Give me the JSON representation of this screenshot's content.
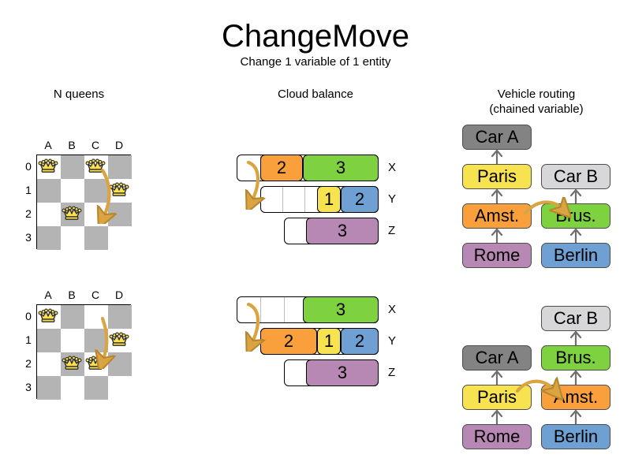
{
  "header": {
    "title": "ChangeMove",
    "subtitle": "Change 1 variable of 1 entity"
  },
  "sections": {
    "queens": {
      "heading": "N queens"
    },
    "cloud": {
      "heading": "Cloud balance"
    },
    "routing": {
      "heading_line1": "Vehicle routing",
      "heading_line2": "(chained variable)"
    }
  },
  "colors": {
    "orange": "#f9a03c",
    "green": "#7ed13f",
    "yellow": "#f7e24f",
    "blue": "#6fa0d4",
    "purple": "#b888b5",
    "grey_dark": "#838383",
    "grey_light": "#d7d7d9",
    "board_dark": "#b4b4b4",
    "board_light": "#ffffff",
    "arrow_tan": "#d9a441",
    "arrow_grey": "#6e6e6e",
    "queen_gold": "#fbe14f"
  },
  "nqueens": {
    "columns": [
      "A",
      "B",
      "C",
      "D"
    ],
    "rows": [
      "0",
      "1",
      "2",
      "3"
    ],
    "before": {
      "queens": [
        {
          "col": 0,
          "row": 0
        },
        {
          "col": 2,
          "row": 0
        },
        {
          "col": 3,
          "row": 1
        },
        {
          "col": 1,
          "row": 2
        }
      ],
      "move": {
        "from_col": 2,
        "from_row": 0,
        "to_col": 2,
        "to_row": 2
      }
    },
    "after": {
      "queens": [
        {
          "col": 0,
          "row": 0
        },
        {
          "col": 3,
          "row": 1
        },
        {
          "col": 1,
          "row": 2
        },
        {
          "col": 2,
          "row": 2
        }
      ],
      "move": {
        "from_col": 2,
        "from_row": 0,
        "to_col": 2,
        "to_row": 2
      }
    }
  },
  "cloudbalance": {
    "before": {
      "rows": [
        {
          "label": "X",
          "offset": 0,
          "width": 180,
          "dividers": [
            30
          ],
          "segments": [
            {
              "value": "2",
              "color": "#f9a03c",
              "start": 30,
              "width": 54
            },
            {
              "value": "3",
              "color": "#7ed13f",
              "start": 84,
              "width": 96
            }
          ]
        },
        {
          "label": "Y",
          "offset": 30,
          "width": 150,
          "dividers": [
            28,
            56
          ],
          "segments": [
            {
              "value": "1",
              "color": "#f7e24f",
              "start": 72,
              "width": 30
            },
            {
              "value": "2",
              "color": "#6fa0d4",
              "start": 102,
              "width": 48
            }
          ]
        },
        {
          "label": "Z",
          "offset": 60,
          "width": 120,
          "dividers": [],
          "segments": [
            {
              "value": "3",
              "color": "#b888b5",
              "start": 28,
              "width": 92
            }
          ]
        }
      ]
    },
    "after": {
      "rows": [
        {
          "label": "X",
          "offset": 0,
          "width": 180,
          "dividers": [
            30,
            60
          ],
          "segments": [
            {
              "value": "3",
              "color": "#7ed13f",
              "start": 84,
              "width": 96
            }
          ]
        },
        {
          "label": "Y",
          "offset": 30,
          "width": 150,
          "dividers": [],
          "segments": [
            {
              "value": "2",
              "color": "#f9a03c",
              "start": 0,
              "width": 72
            },
            {
              "value": "1",
              "color": "#f7e24f",
              "start": 72,
              "width": 30
            },
            {
              "value": "2",
              "color": "#6fa0d4",
              "start": 102,
              "width": 48
            }
          ]
        },
        {
          "label": "Z",
          "offset": 60,
          "width": 120,
          "dividers": [],
          "segments": [
            {
              "value": "3",
              "color": "#b888b5",
              "start": 28,
              "width": 92
            }
          ]
        }
      ]
    }
  },
  "routing": {
    "before": {
      "chain_a": [
        "Rome",
        "Amst.",
        "Paris",
        "Car A"
      ],
      "chain_b": [
        "Berlin",
        "Brus.",
        "Car B"
      ],
      "nodes": [
        {
          "label": "Car A",
          "color": "#838383"
        },
        {
          "label": "Car B",
          "color": "#d7d7d9"
        },
        {
          "label": "Paris",
          "color": "#f7e24f"
        },
        {
          "label": "Brus.",
          "color": "#7ed13f"
        },
        {
          "label": "Amst.",
          "color": "#f9a03c"
        },
        {
          "label": "Rome",
          "color": "#b888b5"
        },
        {
          "label": "Berlin",
          "color": "#6fa0d4"
        }
      ]
    },
    "after": {
      "chain_a": [
        "Rome",
        "Paris",
        "Car A"
      ],
      "chain_b": [
        "Berlin",
        "Amst.",
        "Brus.",
        "Car B"
      ],
      "nodes": [
        {
          "label": "Car A",
          "color": "#838383"
        },
        {
          "label": "Car B",
          "color": "#d7d7d9"
        },
        {
          "label": "Paris",
          "color": "#f7e24f"
        },
        {
          "label": "Brus.",
          "color": "#7ed13f"
        },
        {
          "label": "Amst.",
          "color": "#f9a03c"
        },
        {
          "label": "Rome",
          "color": "#b888b5"
        },
        {
          "label": "Berlin",
          "color": "#6fa0d4"
        }
      ]
    }
  }
}
